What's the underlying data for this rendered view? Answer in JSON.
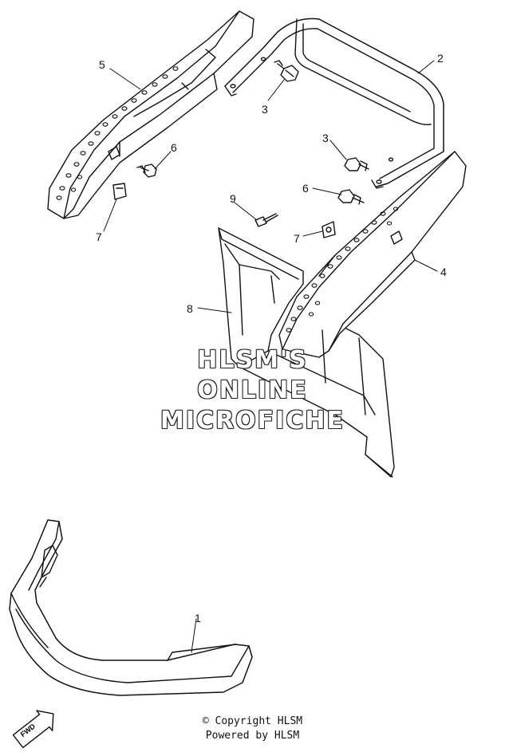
{
  "callouts": {
    "c1": "1",
    "c2": "2",
    "c3a": "3",
    "c3b": "3",
    "c4": "4",
    "c5": "5",
    "c6a": "6",
    "c6b": "6",
    "c7a": "7",
    "c7b": "7",
    "c8": "8",
    "c9": "9"
  },
  "watermark": {
    "line1": "HLSM'S",
    "line2": "ONLINE",
    "line3": "MICROFICHE"
  },
  "footer": {
    "copyright": "© Copyright HLSM",
    "powered": "Powered by HLSM"
  },
  "direction_badge": "FWD"
}
